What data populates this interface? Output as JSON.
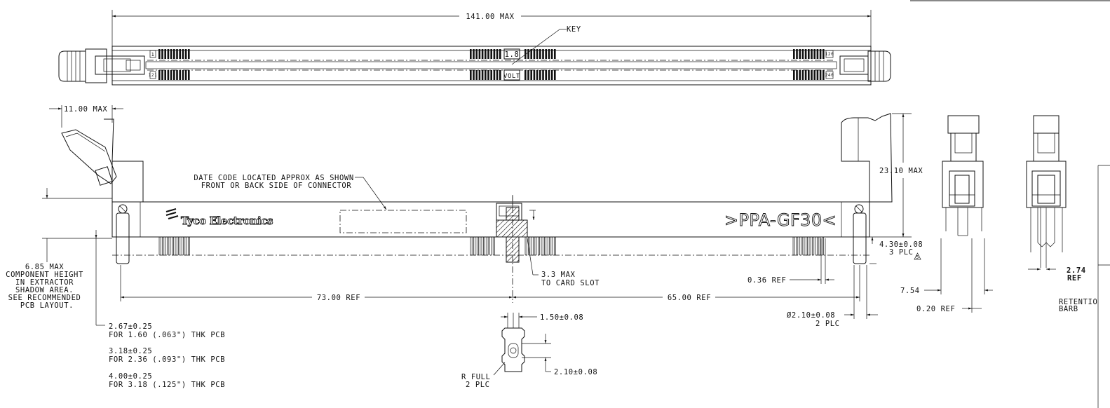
{
  "dimensions": {
    "overall_length": "141.00 MAX",
    "key": "KEY",
    "latch_width": "11.00 MAX",
    "height": "23.10 MAX",
    "left_ref": "73.00 REF",
    "right_ref": "65.00 REF",
    "card_slot": [
      "3.3 MAX",
      "TO CARD SLOT"
    ],
    "pin_ref": "0.36 REF",
    "peg_length": [
      "4.30±0.08",
      "3 PLC"
    ],
    "peg_diameter": [
      "Ø2.10±0.08",
      "2 PLC"
    ],
    "side_width": "7.54",
    "side_ref": "0.20 REF",
    "barb_ref": [
      "2.74",
      "REF"
    ],
    "retention": [
      "RETENTIO",
      "BARB"
    ],
    "slot_width": "1.50±0.08",
    "slot_height": "2.10±0.08",
    "radius": [
      "R FULL",
      "2 PLC"
    ],
    "callout_flag": "5"
  },
  "notes": {
    "date_code": [
      "DATE CODE LOCATED APPROX AS SHOWN",
      "FRONT OR BACK SIDE OF CONNECTOR"
    ],
    "component_height": [
      "6.85 MAX",
      "COMPONENT HEIGHT",
      "IN EXTRACTOR",
      "SHADOW AREA.",
      "SEE RECOMMENDED",
      "PCB LAYOUT."
    ],
    "pcb_thickness": [
      [
        "2.67±0.25",
        "FOR 1.60 (.063\") THK PCB"
      ],
      [
        "3.18±0.25",
        "FOR 2.36 (.093\") THK PCB"
      ],
      [
        "4.00±0.25",
        "FOR 3.18 (.125\") THK PCB"
      ]
    ]
  },
  "markings": {
    "brand": "Tyco Electronics",
    "part_number": ">PPA-GF30<",
    "key_voltage": "1.8",
    "key_label": "VOLT",
    "pin_start": "1",
    "pin_end": "120",
    "pin_end_bottom": "240",
    "pin_start_bottom": "121"
  }
}
